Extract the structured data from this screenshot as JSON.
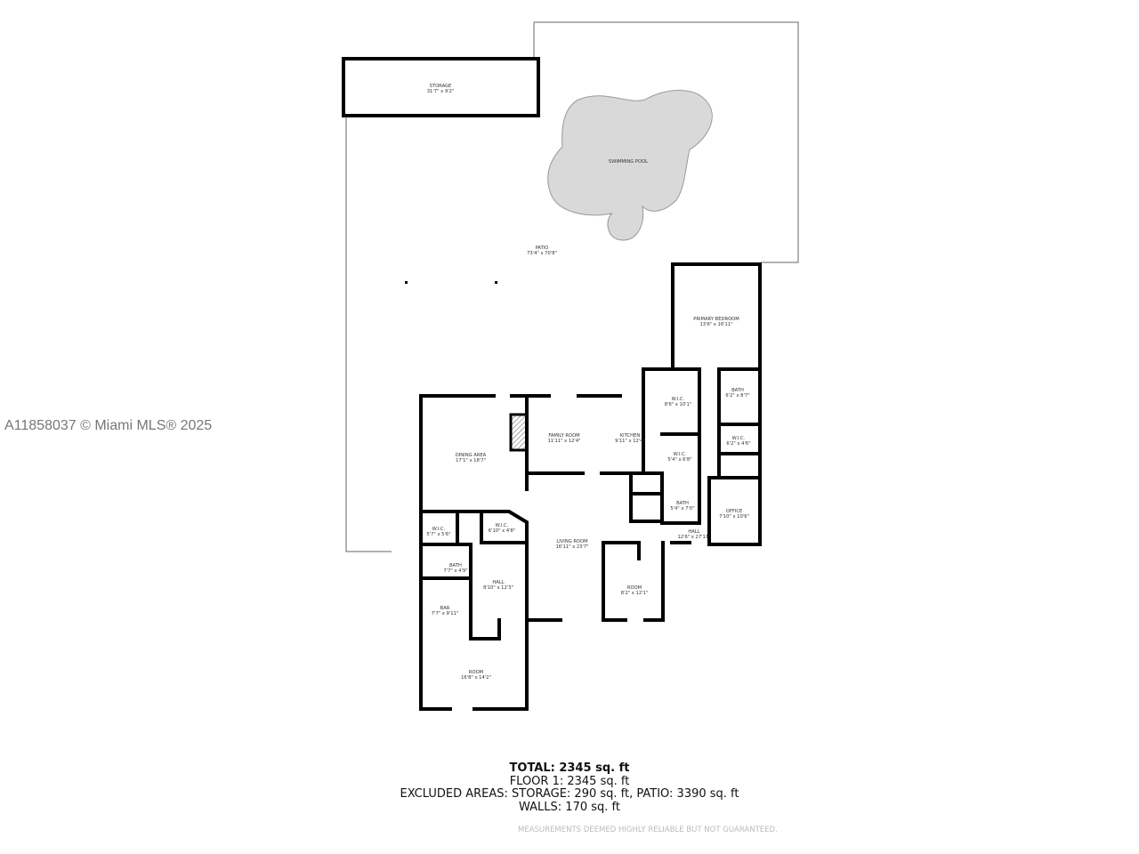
{
  "watermark": "A11858037 © Miami MLS® 2025",
  "rooms": {
    "storage": {
      "name": "STORAGE",
      "dims": "31'7\" x 9'2\""
    },
    "swimming_pool": {
      "name": "SWIMMING POOL"
    },
    "patio": {
      "name": "PATIO",
      "dims": "73'4\" x 70'8\""
    },
    "primary_bedroom": {
      "name": "PRIMARY BEDROOM",
      "dims": "13'6\" x 16'11\""
    },
    "wic_1": {
      "name": "W.I.C.",
      "dims": "8'6\" x 10'1\""
    },
    "bath_1": {
      "name": "BATH",
      "dims": "6'2\" x 8'7\""
    },
    "wic_2": {
      "name": "W.I.C.",
      "dims": "6'2\" x 4'6\""
    },
    "family_room": {
      "name": "FAMILY ROOM",
      "dims": "11'11\" x 12'4\""
    },
    "kitchen": {
      "name": "KITCHEN",
      "dims": "9'11\" x 12'4\""
    },
    "wic_3": {
      "name": "W.I.C.",
      "dims": "5'4\" x 6'8\""
    },
    "dining_area": {
      "name": "DINING AREA",
      "dims": "17'1\" x 18'7\""
    },
    "bath_2": {
      "name": "BATH",
      "dims": "5'4\" x 7'0\""
    },
    "office": {
      "name": "OFFICE",
      "dims": "7'10\" x 10'6\""
    },
    "hall_1": {
      "name": "HALL",
      "dims": "12'6\" x 27'11\""
    },
    "wic_4": {
      "name": "W.I.C.",
      "dims": "5'7\" x 5'6\""
    },
    "wic_5": {
      "name": "W.I.C.",
      "dims": "6'10\" x 4'8\""
    },
    "living_room": {
      "name": "LIVING ROOM",
      "dims": "16'11\" x 23'7\""
    },
    "bath_3": {
      "name": "BATH",
      "dims": "7'7\" x 4'9\""
    },
    "hall_2": {
      "name": "HALL",
      "dims": "8'10\" x 12'3\""
    },
    "room_1": {
      "name": "ROOM",
      "dims": "8'2\" x 12'1\""
    },
    "bar": {
      "name": "BAR",
      "dims": "7'7\" x 9'11\""
    },
    "room_2": {
      "name": "ROOM",
      "dims": "16'8\" x 14'2\""
    }
  },
  "summary": {
    "total": "TOTAL: 2345 sq. ft",
    "floor1": "FLOOR 1: 2345 sq. ft",
    "excluded": "EXCLUDED AREAS: STORAGE: 290 sq. ft, PATIO: 3390 sq. ft",
    "walls": "WALLS: 170 sq. ft"
  },
  "disclaimer": "MEASUREMENTS DEEMED HIGHLY RELIABLE BUT NOT GUARANTEED."
}
